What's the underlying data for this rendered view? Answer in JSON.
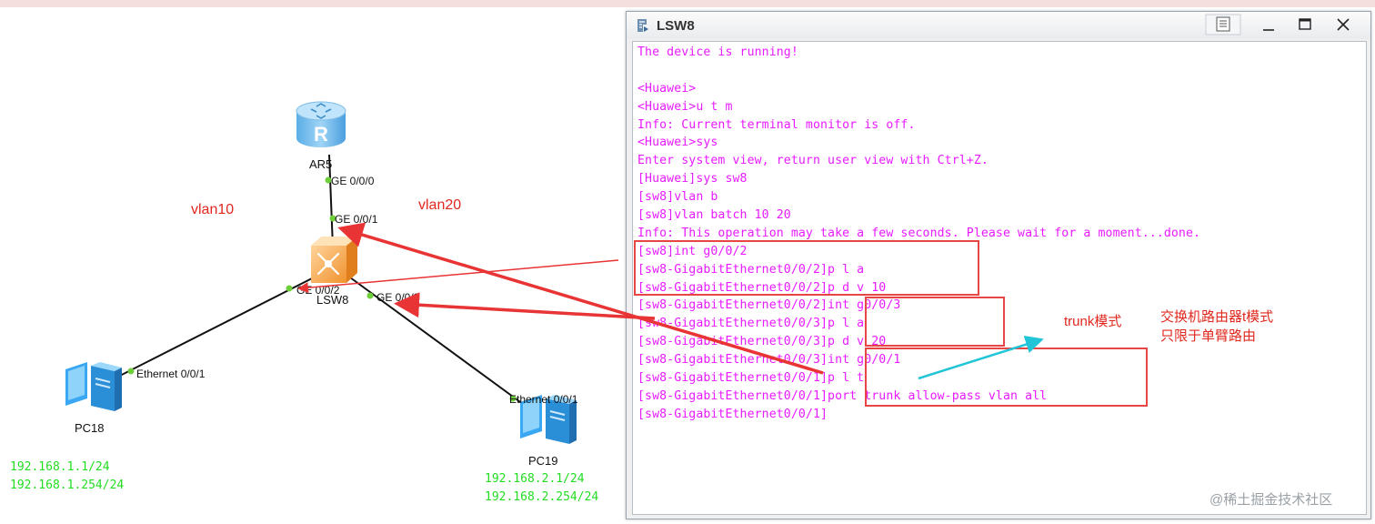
{
  "topology": {
    "router": {
      "name": "AR5",
      "port": "GE 0/0/0"
    },
    "switch": {
      "name": "LSW8",
      "port_up": "GE 0/0/1",
      "port_left": "GE 0/0/2",
      "port_right": "GE 0/0/3"
    },
    "vlan_labels": [
      "vlan10",
      "vlan20"
    ],
    "pc_left": {
      "name": "PC18",
      "port": "Ethernet 0/0/1",
      "ip": "192.168.1.1/24",
      "gateway": "192.168.1.254/24"
    },
    "pc_right": {
      "name": "PC19",
      "port": "Ethernet 0/0/1",
      "ip": "192.168.2.1/24",
      "gateway": "192.168.2.254/24"
    }
  },
  "window": {
    "title": "LSW8",
    "lines": [
      "The device is running!",
      "",
      "<Huawei>",
      "<Huawei>u t m",
      "Info: Current terminal monitor is off.",
      "<Huawei>sys",
      "Enter system view, return user view with Ctrl+Z.",
      "[Huawei]sys sw8",
      "[sw8]vlan b",
      "[sw8]vlan batch 10 20",
      "Info: This operation may take a few seconds. Please wait for a moment...done.",
      "[sw8]int g0/0/2",
      "[sw8-GigabitEthernet0/0/2]p l a",
      "[sw8-GigabitEthernet0/0/2]p d v 10",
      "[sw8-GigabitEthernet0/0/2]int g0/0/3",
      "[sw8-GigabitEthernet0/0/3]p l a",
      "[sw8-GigabitEthernet0/0/3]p d v 20",
      "[sw8-GigabitEthernet0/0/3]int g0/0/1",
      "[sw8-GigabitEthernet0/0/1]p l t",
      "[sw8-GigabitEthernet0/0/1]port trunk allow-pass vlan all",
      "[sw8-GigabitEthernet0/0/1]"
    ]
  },
  "annotations": {
    "trunk_note": "trunk模式",
    "router_note_1": "交换机路由器t模式",
    "router_note_2": "只限于单臂路由"
  },
  "watermark": "@稀土掘金技术社区",
  "colors": {
    "terminal_text": "#e81aff",
    "annotation_red": "#e0281e",
    "ip_green": "#22dd22",
    "arrow_cyan": "#22c4d8",
    "port_dot": "#6fcf3a"
  },
  "icons": [
    "router-icon",
    "switch-icon",
    "pc-icon",
    "terminal-icon",
    "restore-icon",
    "minimize-icon",
    "maximize-icon",
    "close-icon"
  ]
}
